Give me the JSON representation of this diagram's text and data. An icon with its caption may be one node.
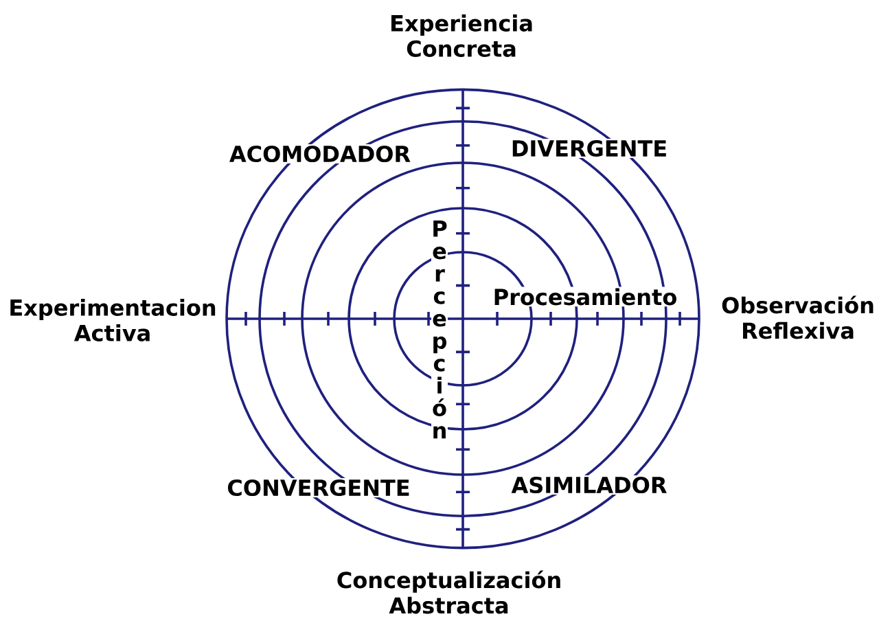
{
  "diagram": {
    "labels": [
      "Experiencia Concreta",
      "ACOMODADOR",
      "DIVERGENTE",
      "Percepción",
      "Experimentacion Activa",
      "Procesamiento",
      "Observación Reflexiva",
      "CONVERGENTE",
      "ASIMILADOR",
      "Conceptualización Abstracta"
    ]
  }
}
